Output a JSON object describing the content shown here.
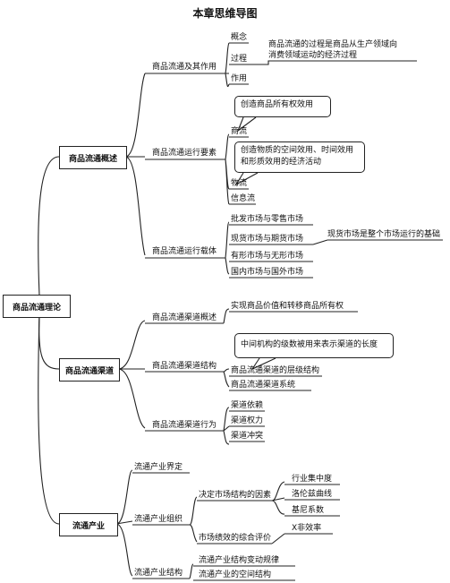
{
  "title": "本章思维导图",
  "root": "商品流通理论",
  "b1": {
    "label": "商品流通概述",
    "s1": {
      "label": "商品流通及其作用",
      "items": [
        "概念",
        "过程",
        "作用"
      ],
      "note_line1": "商品流通的过程是商品从生产领域向",
      "note_line2": "消费领域运动的经济过程"
    },
    "s2": {
      "label": "商品流通运行要素",
      "items": [
        "商流",
        "物流",
        "信息流"
      ],
      "bubble1": "创造商品所有权效用",
      "bubble2_line1": "创造物质的空间效用、时间效用",
      "bubble2_line2": "和形质效用的经济活动"
    },
    "s3": {
      "label": "商品流通运行载体",
      "items": [
        "批发市场与零售市场",
        "现货市场与期货市场",
        "有形市场与无形市场",
        "国内市场与国外市场"
      ],
      "note": "现货市场是整个市场运行的基础"
    }
  },
  "b2": {
    "label": "商品流通渠道",
    "s1": {
      "label": "商品流通渠道概述",
      "note": "实现商品价值和转移商品所有权"
    },
    "s2": {
      "label": "商品流通渠道结构",
      "bubble": "中间机构的级数被用来表示渠道的长度",
      "items": [
        "商品流通渠道的层级结构",
        "商品流通渠道系统"
      ]
    },
    "s3": {
      "label": "商品流通渠道行为",
      "items": [
        "渠道依赖",
        "渠道权力",
        "渠道冲突"
      ]
    }
  },
  "b3": {
    "label": "流通产业",
    "s1": {
      "label": "流通产业界定"
    },
    "s2": {
      "label": "流通产业组织",
      "c1": {
        "label": "决定市场结构的因素",
        "items": [
          "行业集中度",
          "洛伦兹曲线",
          "基尼系数"
        ]
      },
      "c2": {
        "label": "市场绩效的综合评价",
        "items": [
          "X非效率"
        ]
      }
    },
    "s3": {
      "label": "流通产业结构",
      "items": [
        "流通产业结构变动规律",
        "流通产业的空间结构"
      ]
    }
  }
}
